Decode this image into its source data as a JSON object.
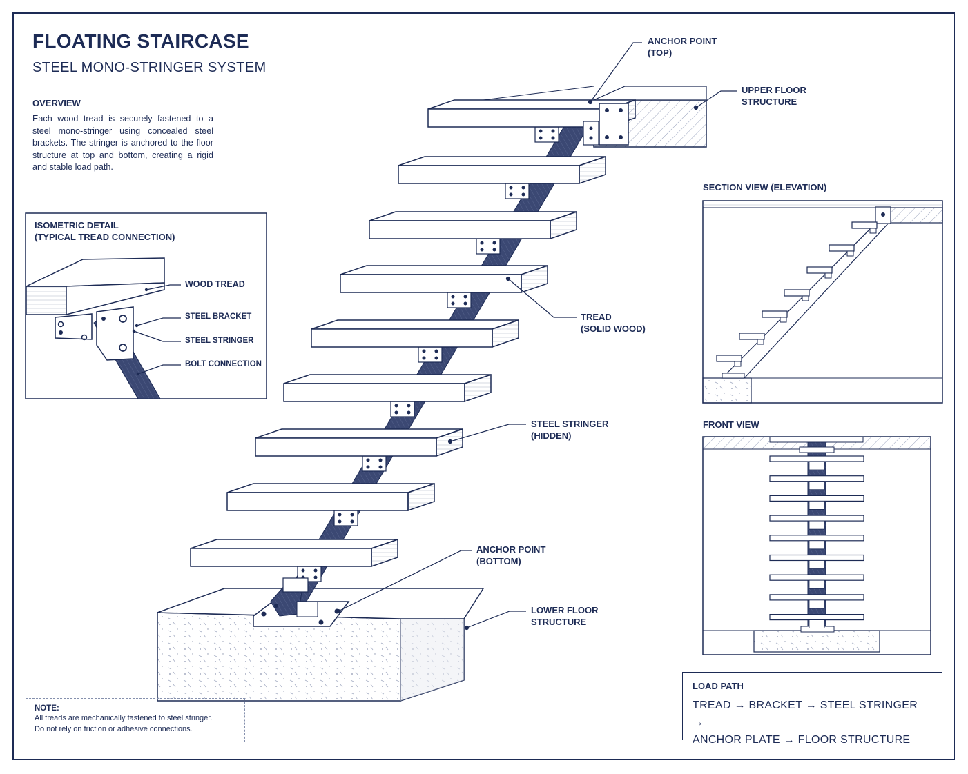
{
  "header": {
    "title": "FLOATING STAIRCASE",
    "subtitle": "STEEL MONO-STRINGER SYSTEM"
  },
  "overview": {
    "heading": "OVERVIEW",
    "text": "Each wood tread is securely fastened to a steel mono-stringer using concealed steel brackets. The stringer is anchored to the floor structure at top and bottom, creating a rigid and stable load path."
  },
  "iso_detail": {
    "title_line1": "ISOMETRIC DETAIL",
    "title_line2": "(TYPICAL TREAD CONNECTION)",
    "labels": {
      "wood_tread": "WOOD TREAD",
      "steel_bracket": "STEEL BRACKET",
      "steel_stringer": "STEEL STRINGER",
      "bolt_connection": "BOLT CONNECTION"
    }
  },
  "main_labels": {
    "anchor_top_1": "ANCHOR POINT",
    "anchor_top_2": "(TOP)",
    "upper_floor_1": "UPPER FLOOR",
    "upper_floor_2": "STRUCTURE",
    "tread_1": "TREAD",
    "tread_2": "(SOLID WOOD)",
    "stringer_1": "STEEL STRINGER",
    "stringer_2": "(HIDDEN)",
    "anchor_bottom_1": "ANCHOR POINT",
    "anchor_bottom_2": "(BOTTOM)",
    "lower_floor_1": "LOWER FLOOR",
    "lower_floor_2": "STRUCTURE"
  },
  "section_view": {
    "title": "SECTION VIEW (ELEVATION)"
  },
  "front_view": {
    "title": "FRONT VIEW"
  },
  "load_path": {
    "heading": "LOAD PATH",
    "line1": "TREAD → BRACKET → STEEL STRINGER →",
    "line2": "ANCHOR PLATE → FLOOR STRUCTURE"
  },
  "note": {
    "heading": "NOTE:",
    "line1": "All treads are mechanically fastened to steel stringer.",
    "line2": "Do not rely on friction or adhesive connections."
  },
  "colors": {
    "ink": "#1d2b55",
    "stringer": "#3b4873",
    "paper": "#ffffff",
    "hatch": "#9aa3bd"
  }
}
